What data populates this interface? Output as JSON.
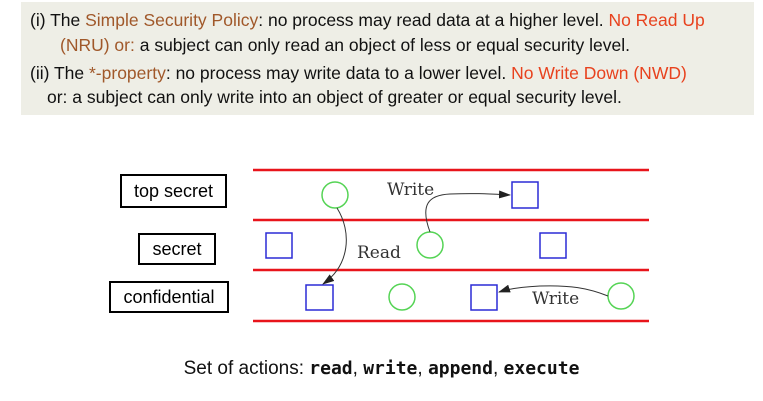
{
  "policy": {
    "rule1": {
      "prefix": "(i) The ",
      "name": "Simple Security Policy",
      "text": ": no process may read data at a higher level. ",
      "tag": "No Read Up",
      "tag2": "(NRU) or:",
      "cont": "  a subject can only read an object of less or equal security level."
    },
    "rule2": {
      "prefix": "(ii) The ",
      "name": "*-property",
      "text": ": no process may write data to a lower level. ",
      "tag": "No Write Down (NWD)",
      "cont": "or:  a subject can only write into an object of greater or equal security level."
    }
  },
  "levels": {
    "top_secret": "top secret",
    "secret": "secret",
    "confidential": "confidential"
  },
  "diagram": {
    "write_top": "Write",
    "read": "Read",
    "write_bottom": "Write"
  },
  "footer": {
    "prefix": "Set of actions: ",
    "action1": "read",
    "sep1": ", ",
    "action2": "write",
    "sep2": ", ",
    "action3": "append",
    "sep3": ", ",
    "action4": "execute"
  },
  "colors": {
    "level_line": "#e8141b",
    "subject_circle": "#55d455",
    "object_square": "#2b2bd6",
    "accent_brown": "#a0582a",
    "accent_red": "#e8421e"
  }
}
